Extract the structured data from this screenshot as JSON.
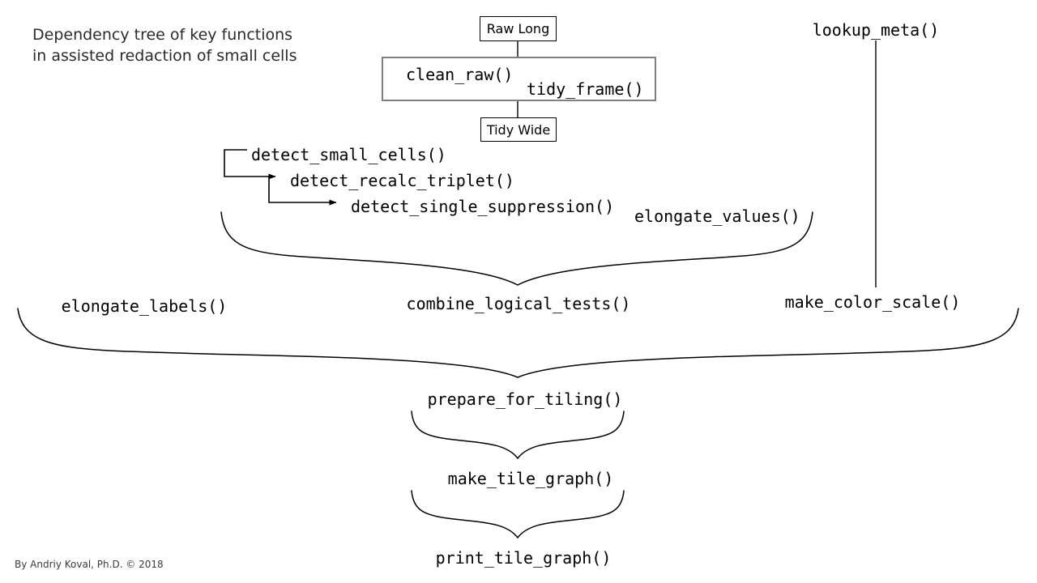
{
  "figure": {
    "title_lines": [
      "Dependency tree of key functions",
      "in assisted redaction of small cells"
    ],
    "credit": "By Andriy Koval, Ph.D. © 2018",
    "background_color": "#ffffff",
    "line_color": "#000000",
    "box_border_color": "#000000",
    "wide_box_border_color": "#808080",
    "text_color": "#000000"
  },
  "nodes": {
    "raw_long": "Raw Long",
    "tidy_wide": "Tidy Wide",
    "clean_raw": "clean_raw()",
    "tidy_frame": "tidy_frame()",
    "detect_small_cells": "detect_small_cells()",
    "detect_recalc_triplet": "detect_recalc_triplet()",
    "detect_single_suppression": "detect_single_suppression()",
    "elongate_values": "elongate_values()",
    "lookup_meta": "lookup_meta()",
    "combine_logical_tests": "combine_logical_tests()",
    "elongate_labels": "elongate_labels()",
    "make_color_scale": "make_color_scale()",
    "prepare_for_tiling": "prepare_for_tiling()",
    "make_tile_graph": "make_tile_graph()",
    "print_tile_graph": "print_tile_graph()"
  },
  "graph": {
    "type": "dependency-tree",
    "edges": [
      {
        "from": "Raw Long",
        "to": "clean_raw() / tidy_frame()",
        "style": "line"
      },
      {
        "from": "clean_raw() / tidy_frame()",
        "to": "Tidy Wide",
        "style": "line"
      },
      {
        "from": "detect_small_cells()",
        "to": "detect_recalc_triplet()",
        "style": "arrow"
      },
      {
        "from": "detect_recalc_triplet()",
        "to": "detect_single_suppression()",
        "style": "arrow"
      },
      {
        "from": "detect_single_suppression() + elongate_values()",
        "to": "combine_logical_tests()",
        "style": "brace"
      },
      {
        "from": "lookup_meta()",
        "to": "make_color_scale()",
        "style": "line"
      },
      {
        "from": "elongate_labels() + combine_logical_tests() + make_color_scale()",
        "to": "prepare_for_tiling()",
        "style": "brace"
      },
      {
        "from": "prepare_for_tiling()",
        "to": "make_tile_graph()",
        "style": "brace"
      },
      {
        "from": "make_tile_graph()",
        "to": "print_tile_graph()",
        "style": "brace"
      }
    ]
  }
}
